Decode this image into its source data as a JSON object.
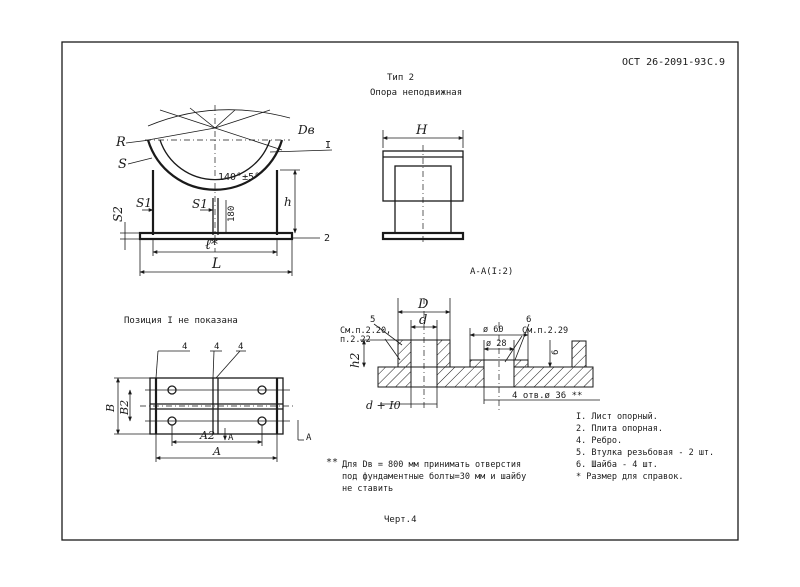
{
  "header": {
    "doc_code": "ОСТ 26-2091-93",
    "page": "С.9",
    "type": "Тип 2",
    "title": "Опора неподвижная"
  },
  "views": {
    "front": {
      "label_r": "R",
      "label_s": "S",
      "label_db": "Dв",
      "angle": "140°±5°",
      "label_s1_left": "S1",
      "label_s1_center": "S1",
      "dim_180": "180",
      "label_h": "h",
      "label_s2": "S2",
      "label_l_small": "ℓ*",
      "label_l_big": "L",
      "pos_1": "I",
      "pos_2": "2"
    },
    "side": {
      "label_h_upper": "H"
    },
    "section": {
      "title": "А-А(I:2)",
      "label_d_big": "D",
      "label_d_small": "d",
      "pos_5": "5",
      "pos_6": "6",
      "ref_left_1": "См.п.2.20,",
      "ref_left_2": "п.2.22",
      "ref_right": "См.п.2.29",
      "dia_60": "ø 60",
      "dia_28": "ø 28",
      "dim_6": "6",
      "label_h2": "h2",
      "dim_d_plus": "d + I0",
      "holes": "4 отв.ø 36 **"
    },
    "plan": {
      "note": "Позиция I не показана",
      "pos_4a": "4",
      "pos_4b": "4",
      "pos_4c": "4",
      "label_b": "B",
      "label_b2": "B2",
      "label_a2": "A2",
      "label_a_big": "A",
      "cut_a1": "А",
      "cut_a2": "А"
    }
  },
  "legend": [
    "I. Лист опорный.",
    "2. Плита опорная.",
    "4. Ребро.",
    "5. Втулка резьбовая - 2 шт.",
    "6. Шайба - 4 шт.",
    "*  Размер для справок."
  ],
  "footnote": {
    "mark": "**",
    "line1": "Для Dв = 800 мм принимать отверстия",
    "line2": "под фундаментные болты=30 мм и шайбу",
    "line3": "не ставить"
  },
  "caption": "Черт.4"
}
